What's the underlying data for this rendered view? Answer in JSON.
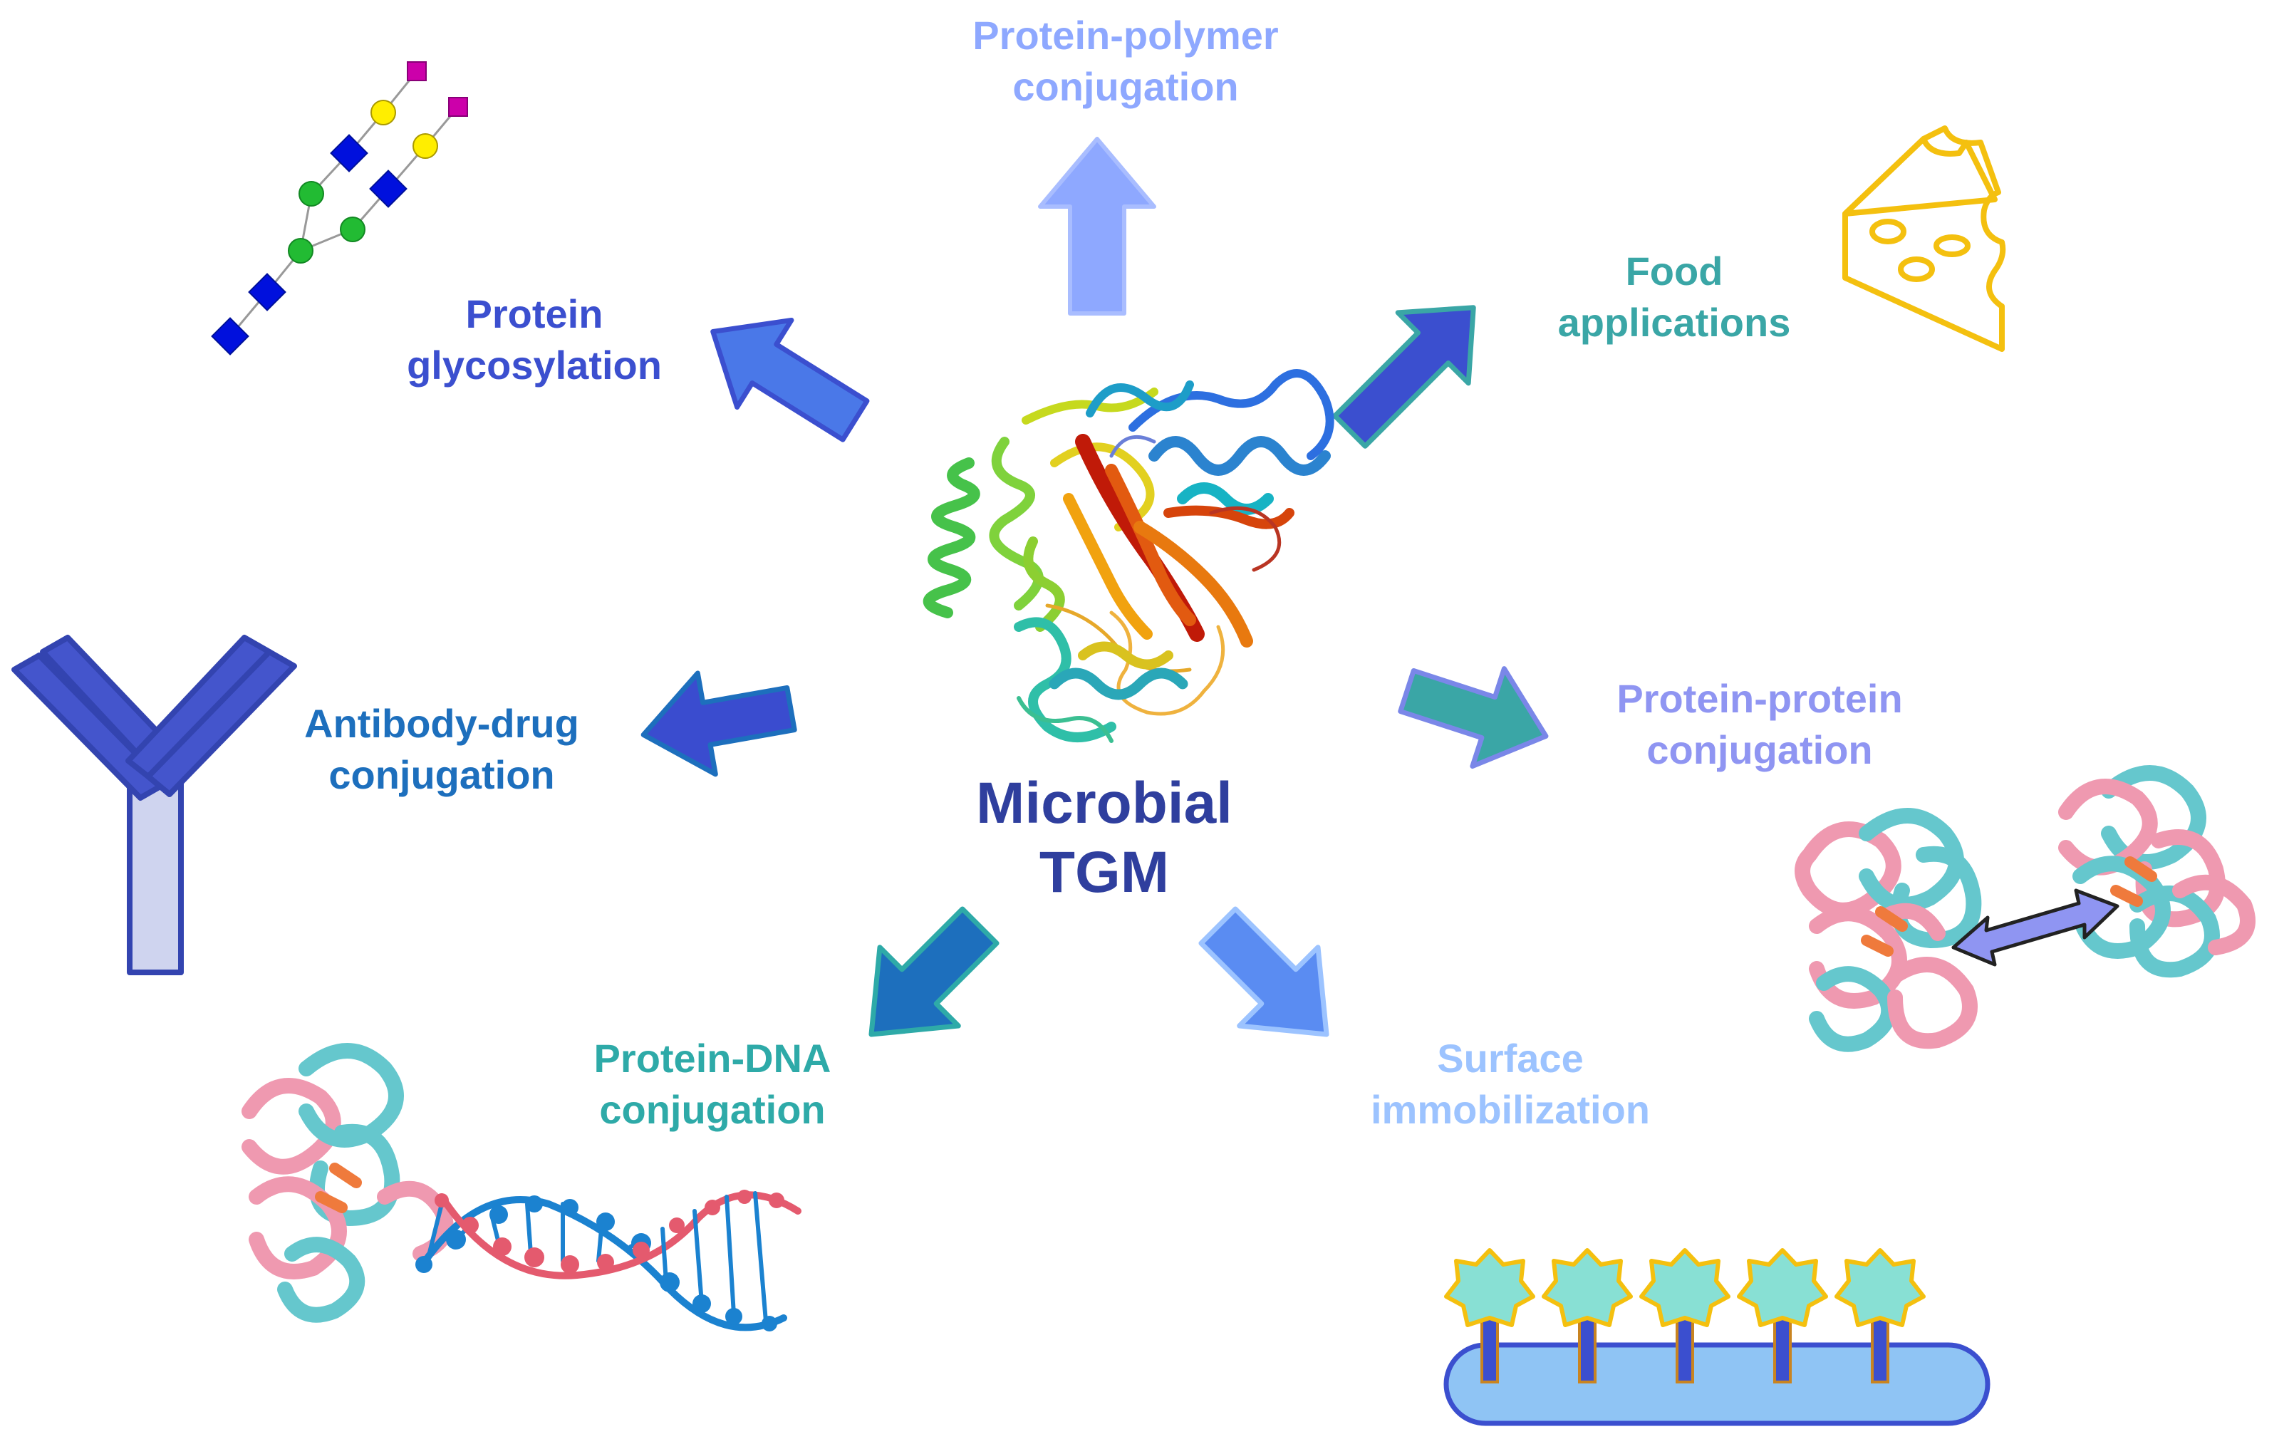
{
  "center": {
    "line1": "Microbial",
    "line2": "TGM"
  },
  "applications": {
    "protein_polymer": {
      "line1": "Protein-polymer",
      "line2": "conjugation"
    },
    "food": {
      "line1": "Food",
      "line2": "applications"
    },
    "protein_glycosylation": {
      "line1": "Protein",
      "line2": "glycosylation"
    },
    "antibody_drug": {
      "line1": "Antibody-drug",
      "line2": "conjugation"
    },
    "protein_protein": {
      "line1": "Protein-protein",
      "line2": "conjugation"
    },
    "protein_dna": {
      "line1": "Protein-DNA",
      "line2": "conjugation"
    },
    "surface": {
      "line1": "Surface",
      "line2": "immobilization"
    }
  },
  "colors": {
    "center_text": "#2f3f9e",
    "protein_polymer": "#8ea8ff",
    "food": "#3aa6a6",
    "protein_glycosylation": "#3b4fcf",
    "antibody_drug": "#1d6fbd",
    "protein_protein": "#8f95f2",
    "protein_dna": "#2eaaa8",
    "surface": "#9cc3ff",
    "cheese": "#f4c00f",
    "antibody_arms": "#4455cc",
    "antibody_stem": "#cfd4ef",
    "glycan_square": "#0010dd",
    "glycan_circle_green": "#22bb33",
    "glycan_circle_yellow": "#ffee00",
    "glycan_diamond": "#cc00aa",
    "protein_teal": "#55c2c8",
    "protein_pink": "#ee8ea8",
    "dna_blue": "#1b82d0",
    "dna_red": "#e45a6e",
    "surface_bar": "#8fc4f4",
    "surface_star": "#88e0d4"
  },
  "icons": [
    "enzyme-structure-icon",
    "glycan-chain-icon",
    "cheese-icon",
    "antibody-icon",
    "protein-protein-complex-icon",
    "protein-dna-icon",
    "surface-immobilization-icon"
  ]
}
